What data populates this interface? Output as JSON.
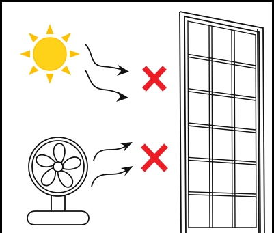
{
  "colors": {
    "frame": "#000000",
    "sun_fill": "#ffd21a",
    "sun_ray": "#ffc000",
    "cross": "#ee1c25",
    "line": "#111111",
    "background": "#ffffff"
  },
  "icons": {
    "sun": "sun-icon",
    "fan": "electric-fan-icon",
    "panel": "window-screen-panel-icon",
    "blocked": "red-cross-icon"
  },
  "sources": [
    {
      "id": "sun",
      "icon": "sun-icon",
      "blocked": true
    },
    {
      "id": "fan",
      "icon": "electric-fan-icon",
      "blocked": true
    }
  ],
  "panel": {
    "columns": 3,
    "rows": 6
  }
}
